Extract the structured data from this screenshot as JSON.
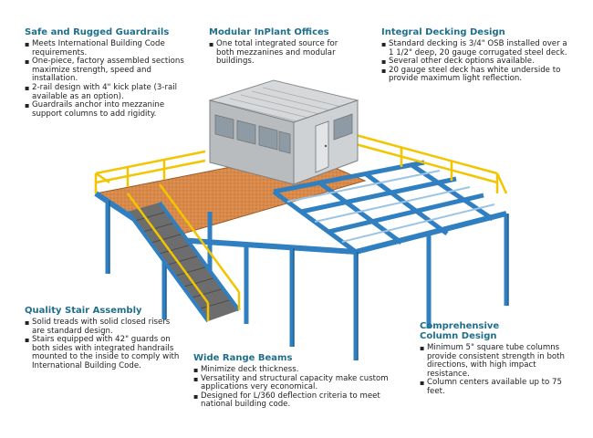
{
  "callouts": {
    "guardrails": {
      "title": "Safe and Rugged Guardrails",
      "items": [
        "Meets International Building Code requirements.",
        "One-piece, factory assembled sections maximize strength, speed and installation.",
        "2-rail design with 4\" kick plate (3-rail available as an option).",
        "Guardrails anchor into mezzanine support columns to add rigidity."
      ]
    },
    "offices": {
      "title": "Modular InPlant Offices",
      "items": [
        "One total integrated source for both mezzanines and modular buildings."
      ]
    },
    "decking": {
      "title": "Integral Decking Design",
      "items": [
        "Standard decking is 3/4\" OSB installed over a 1 1/2\" deep, 20 gauge corrugated steel deck.",
        "Several other deck options available.",
        "20 gauge steel deck has white underside to provide maximum light reflection."
      ]
    },
    "stairs": {
      "title": "Quality Stair Assembly",
      "items": [
        "Solid treads with solid closed risers are standard design.",
        "Stairs equipped with 42\" guards on both sides with integrated handrails mounted to the inside to comply with International Building Code."
      ]
    },
    "beams": {
      "title": "Wide Range Beams",
      "items": [
        "Minimize deck thickness.",
        "Versatility and structural capacity make custom applications very economical.",
        "Designed for L/360 deflection criteria to meet national building code."
      ]
    },
    "columns": {
      "title": "Comprehensive Column Design",
      "items": [
        "Minimum 5\" square tube columns provide consistent strength in both directions, with high impact resistance.",
        "Column centers available up to 75 feet."
      ]
    }
  },
  "colors": {
    "heading": "#1f6f8b",
    "steel_blue": "#2f7fc1",
    "rail_yellow": "#f2c500",
    "deck_orange": "#d98a4a",
    "office_gray": "#b9bcbf"
  }
}
